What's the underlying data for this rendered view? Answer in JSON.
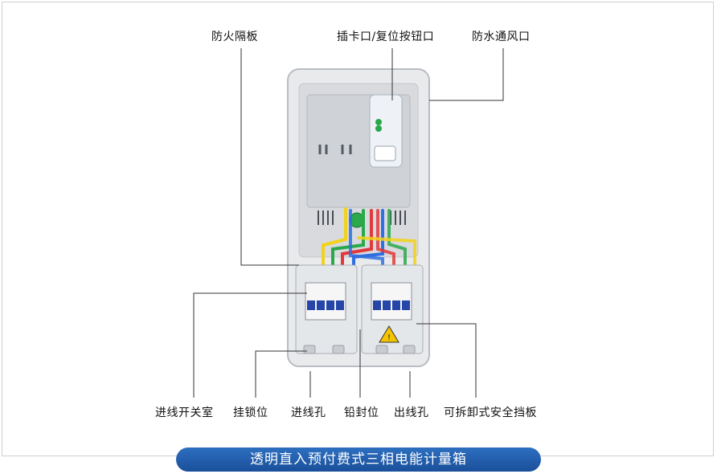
{
  "labels": {
    "fire_partition": "防火隔板",
    "card_slot_reset": "插卡口/复位按钮口",
    "waterproof_vent": "防水通风口",
    "breaker_room": "进线开关室",
    "lock_position": "挂锁位",
    "inlet_hole": "进线孔",
    "seal_position": "铅封位",
    "outlet_hole": "出线孔",
    "removable_baffle": "可拆卸式安全挡板"
  },
  "banner": {
    "title": "透明直入预付费式三相电能计量箱"
  },
  "colors": {
    "banner": "#1f5eaa",
    "wire_yellow": "#f2d21b",
    "wire_green": "#2aa84a",
    "wire_red": "#e23a3a",
    "wire_blue": "#2f6fe0",
    "breaker_blue": "#2546a8",
    "warning": "#f5c400"
  }
}
